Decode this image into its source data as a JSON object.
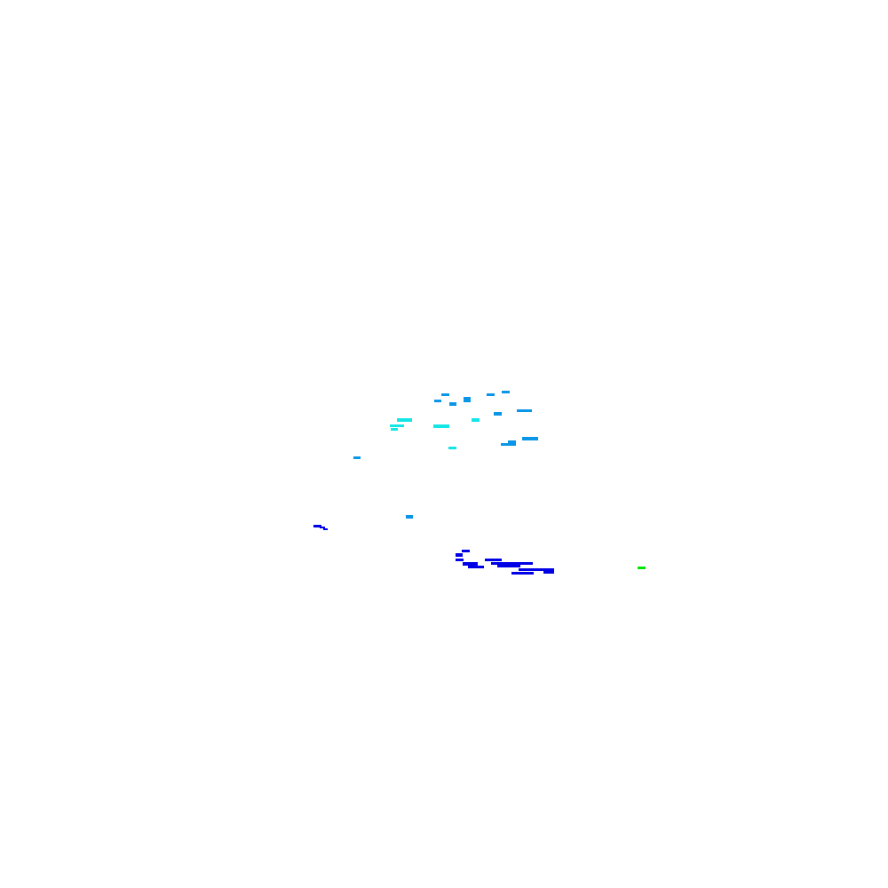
{
  "colors": {
    "background": "#ffffff",
    "deep_blue": "#0000e6",
    "sky_blue": "#0a96e6",
    "cyan": "#14e6e6",
    "green": "#00e600"
  },
  "groups": [
    {
      "name": "upper-cluster-sky-blue",
      "color": "sky_blue"
    },
    {
      "name": "upper-cluster-cyan",
      "color": "cyan"
    },
    {
      "name": "lower-cluster-deep-blue",
      "color": "deep_blue"
    },
    {
      "name": "isolated-green",
      "color": "green"
    }
  ]
}
